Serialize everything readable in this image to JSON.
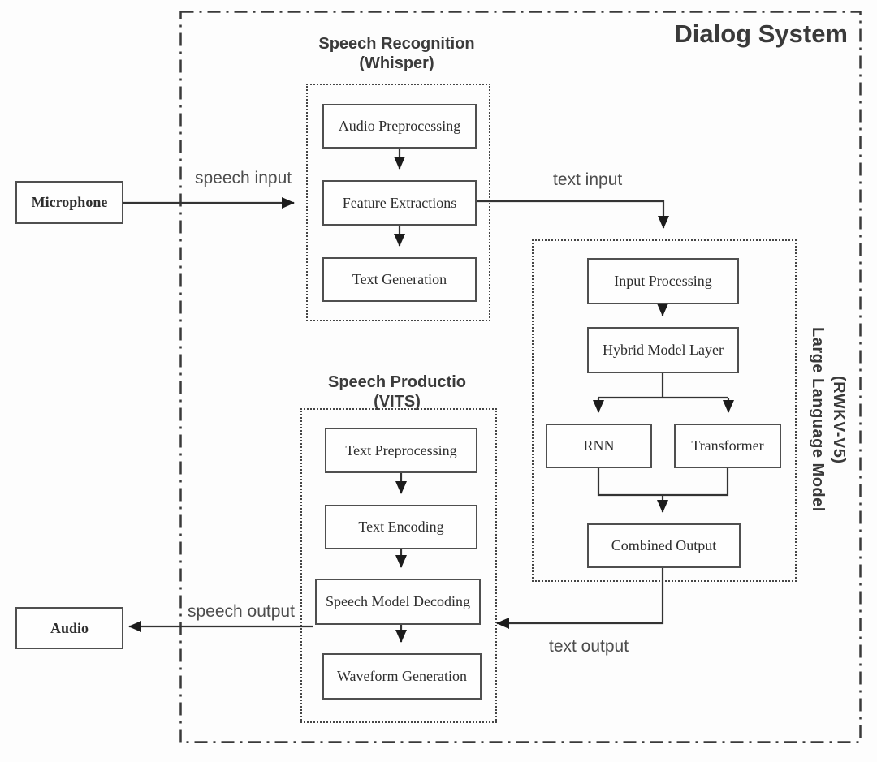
{
  "diagram": {
    "title": "Dialog System",
    "external": {
      "microphone": "Microphone",
      "audio": "Audio"
    },
    "flows": {
      "speech_input": "speech input",
      "text_input": "text input",
      "speech_output": "speech output",
      "text_output": "text output"
    },
    "modules": {
      "whisper": {
        "title": "Speech Recognition",
        "subtitle": "(Whisper)",
        "steps": [
          "Audio Preprocessing",
          "Feature Extractions",
          "Text Generation"
        ]
      },
      "llm": {
        "side_label_line1": "Large Language Model",
        "side_label_line2": "(RWKV-V5)",
        "steps": [
          "Input Processing",
          "Hybrid Model Layer"
        ],
        "branches": [
          "RNN",
          "Transformer"
        ],
        "merge": "Combined Output"
      },
      "vits": {
        "title": "Speech Productio",
        "subtitle": "(VITS)",
        "steps": [
          "Text Preprocessing",
          "Text Encoding",
          "Speech Model Decoding",
          "Waveform Generation"
        ]
      }
    },
    "colors": {
      "line": "#333333",
      "box_border": "#4f4f4f",
      "text": "#2e2e2e",
      "label": "#4d4d4d"
    }
  }
}
